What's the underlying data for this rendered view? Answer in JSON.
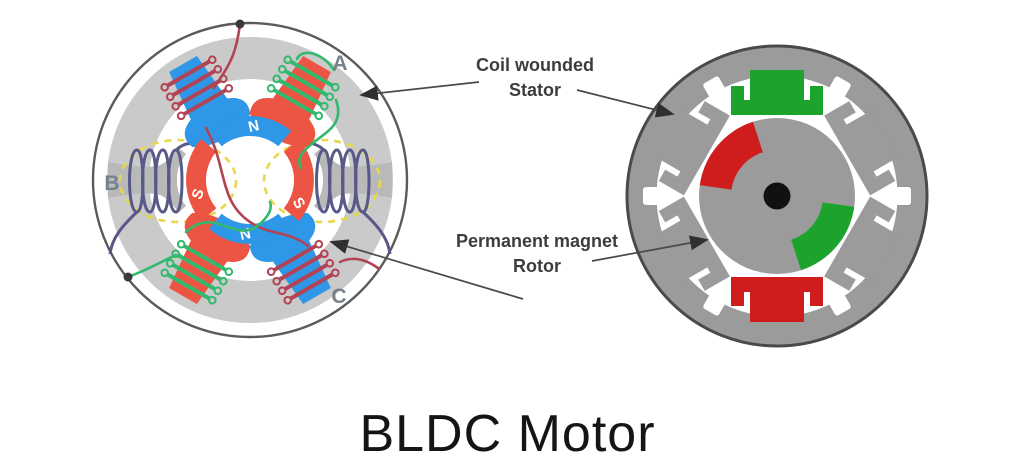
{
  "title": "BLDC Motor",
  "annotations": {
    "stator_line1": "Coil wounded",
    "stator_line2": "Stator",
    "rotor_line1": "Permanent magnet",
    "rotor_line2": "Rotor"
  },
  "left_diagram": {
    "phase_a": "A",
    "phase_b": "B",
    "phase_c": "C",
    "rotor_pole_top": "N",
    "rotor_pole_left": "S",
    "rotor_pole_bottom": "N",
    "rotor_pole_right": "S"
  },
  "colors": {
    "pole_blue": "#2F97E8",
    "pole_red": "#EC5443",
    "wire_green": "#33B96E",
    "wire_crimson": "#B24355",
    "wire_navy": "#585889",
    "flux_yellow": "#E9D74B",
    "stator_ring_gray": "#CACACA",
    "pole_gray": "#B9B9B9",
    "outline_gray": "#5B5B5B",
    "right_body_gray": "#9B9B9B",
    "right_green": "#1CA32B",
    "right_red": "#CF1D1D",
    "shaft_black": "#111111",
    "terminal_dot": "#3A3A3A"
  }
}
